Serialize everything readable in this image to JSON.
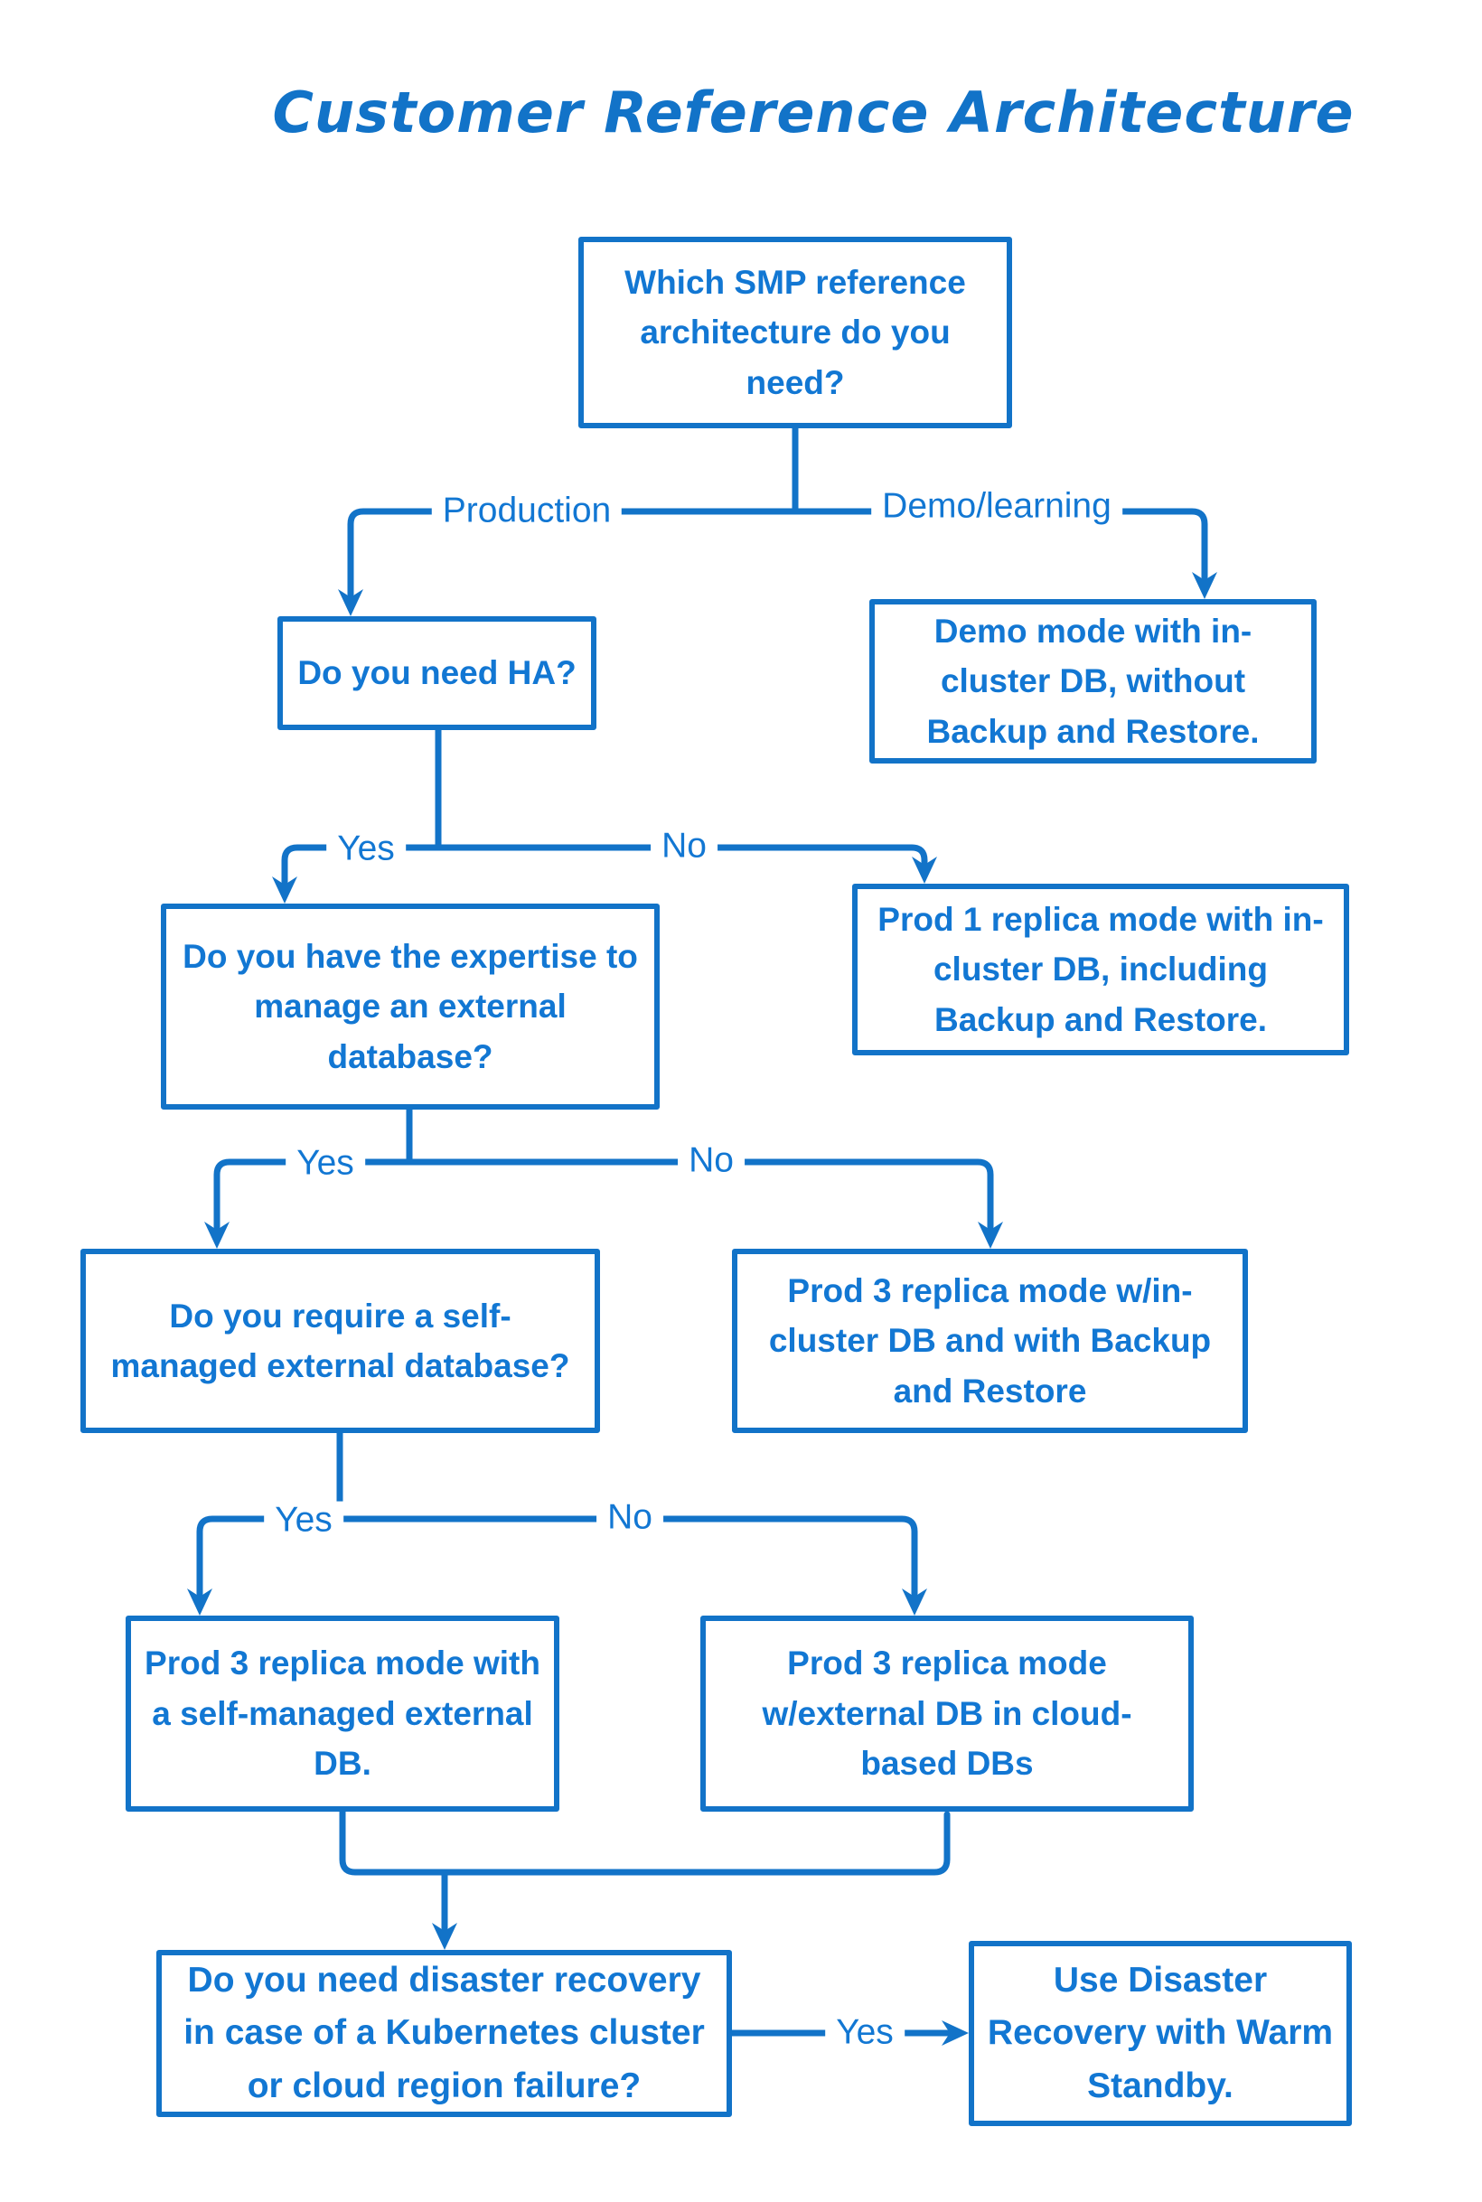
{
  "title": "Customer Reference Architecture",
  "colors": {
    "blue": "#1273C8",
    "text_blue": "#1277D3",
    "background": "#FFFFFF"
  },
  "nodes": {
    "root": {
      "text": "Which SMP reference architecture do you need?"
    },
    "need_ha": {
      "text": "Do you need HA?"
    },
    "demo_mode": {
      "text": "Demo mode with in-cluster DB, without Backup and Restore."
    },
    "expertise": {
      "text": "Do you have the expertise to manage an external database?"
    },
    "prod1_incluster": {
      "text": "Prod 1 replica mode with in-cluster DB, including Backup and Restore."
    },
    "self_managed_q": {
      "text": "Do you require a self-managed external database?"
    },
    "prod3_incluster": {
      "text": "Prod 3 replica mode w/in-cluster DB and with Backup and Restore"
    },
    "prod3_self_managed": {
      "text": "Prod 3 replica mode with a self-managed external DB."
    },
    "prod3_cloud": {
      "text": "Prod 3 replica mode w/external DB in cloud-based DBs"
    },
    "disaster_recovery_q": {
      "text": "Do you need disaster recovery in case of a Kubernetes cluster or cloud region failure?"
    },
    "warm_standby": {
      "text": "Use Disaster Recovery with Warm Standby."
    }
  },
  "edge_labels": {
    "production": "Production",
    "demo_learning": "Demo/learning",
    "ha_yes": "Yes",
    "ha_no": "No",
    "expertise_yes": "Yes",
    "expertise_no": "No",
    "self_managed_yes": "Yes",
    "self_managed_no": "No",
    "dr_yes": "Yes"
  }
}
